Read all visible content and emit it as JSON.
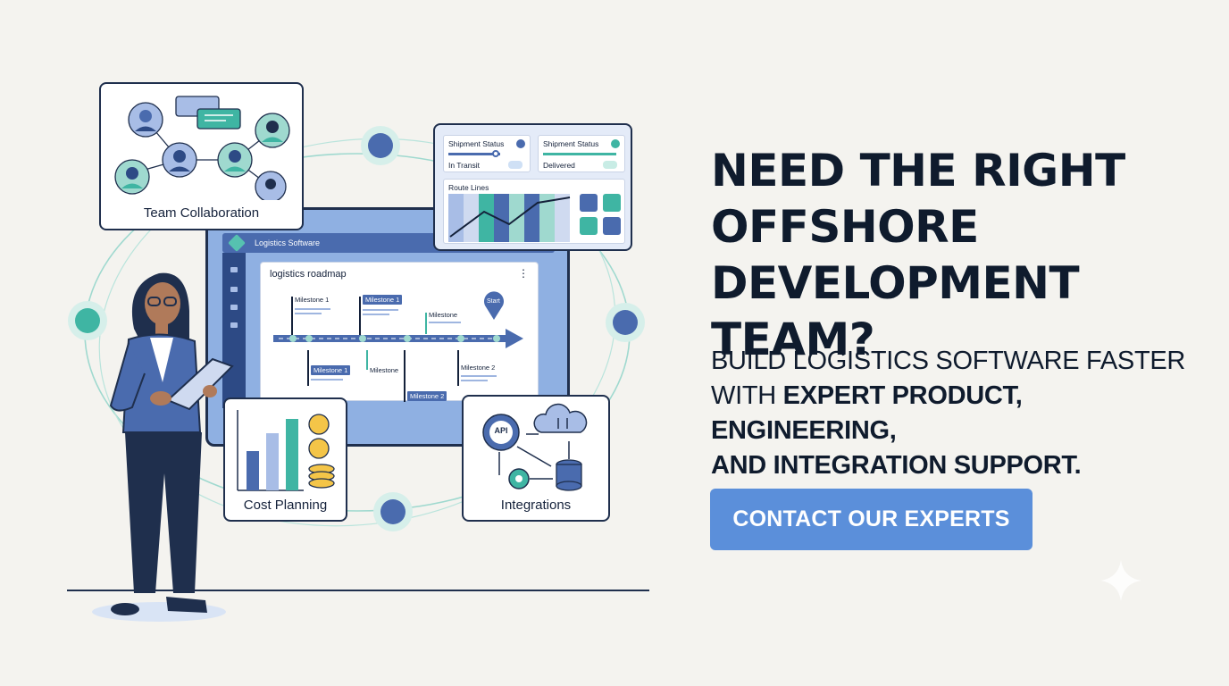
{
  "hero": {
    "headline_lines": [
      "NEED THE RIGHT",
      "OFFSHORE",
      "DEVELOPMENT TEAM?"
    ],
    "sub_plain_1": "BUILD LOGISTICS SOFTWARE FASTER",
    "sub_plain_2": "WITH ",
    "sub_bold_1": "EXPERT PRODUCT, ENGINEERING,",
    "sub_bold_2": "AND INTEGRATION SUPPORT.",
    "cta_label": "CONTACT OUR EXPERTS"
  },
  "illustration": {
    "team_card_caption": "Team Collaboration",
    "cost_card_caption": "Cost Planning",
    "integrations_caption": "Integrations",
    "api_label": "API",
    "monitor_title": "Logistics Software",
    "roadmap_title": "logistics roadmap",
    "roadmap_menu": "⋮",
    "milestones": {
      "m1": "Milestone 1",
      "m1b": "Milestone 1",
      "m_top": "Milestone",
      "start": "Start",
      "m1_low": "Milestone 1",
      "m_low": "Milestone",
      "m2": "Milestone 2",
      "m2b": "Milestone 2"
    },
    "status": {
      "card1_title": "Shipment Status",
      "card1_value": "In Transit",
      "card2_title": "Shipment Status",
      "card2_value": "Delivered",
      "route_title": "Route Lines"
    }
  },
  "colors": {
    "background": "#f4f3ef",
    "navy": "#1f2f4d",
    "accent_blue": "#5b8fda",
    "teal": "#3fb5a3"
  }
}
